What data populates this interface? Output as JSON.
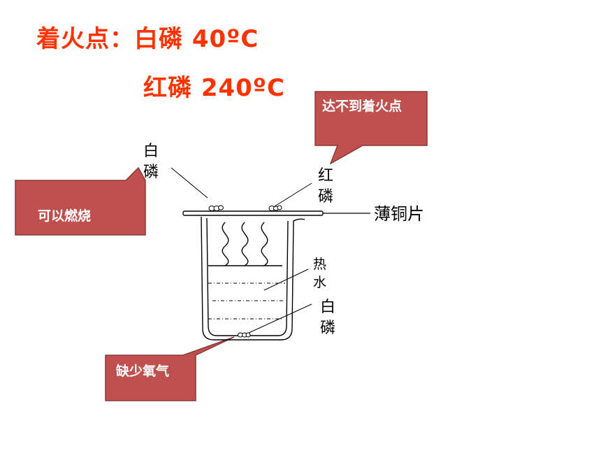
{
  "heading": {
    "line1": "着火点：白磷 40ºC",
    "line2": "红磷 240ºC"
  },
  "labels": {
    "white_phosphorus_top": "白\n磷",
    "red_phosphorus": "红\n磷",
    "copper_sheet": "薄铜片",
    "hot_water": "热\n水",
    "white_phosphorus_bottom": "白\n磷"
  },
  "callouts": {
    "not_reach_ignition": "达不到着火点",
    "can_burn": "可以燃烧",
    "lack_oxygen": "缺少氧气"
  },
  "colors": {
    "title": "#ff3300",
    "callout_fill": "#c0504d",
    "callout_border": "#8c3836"
  }
}
